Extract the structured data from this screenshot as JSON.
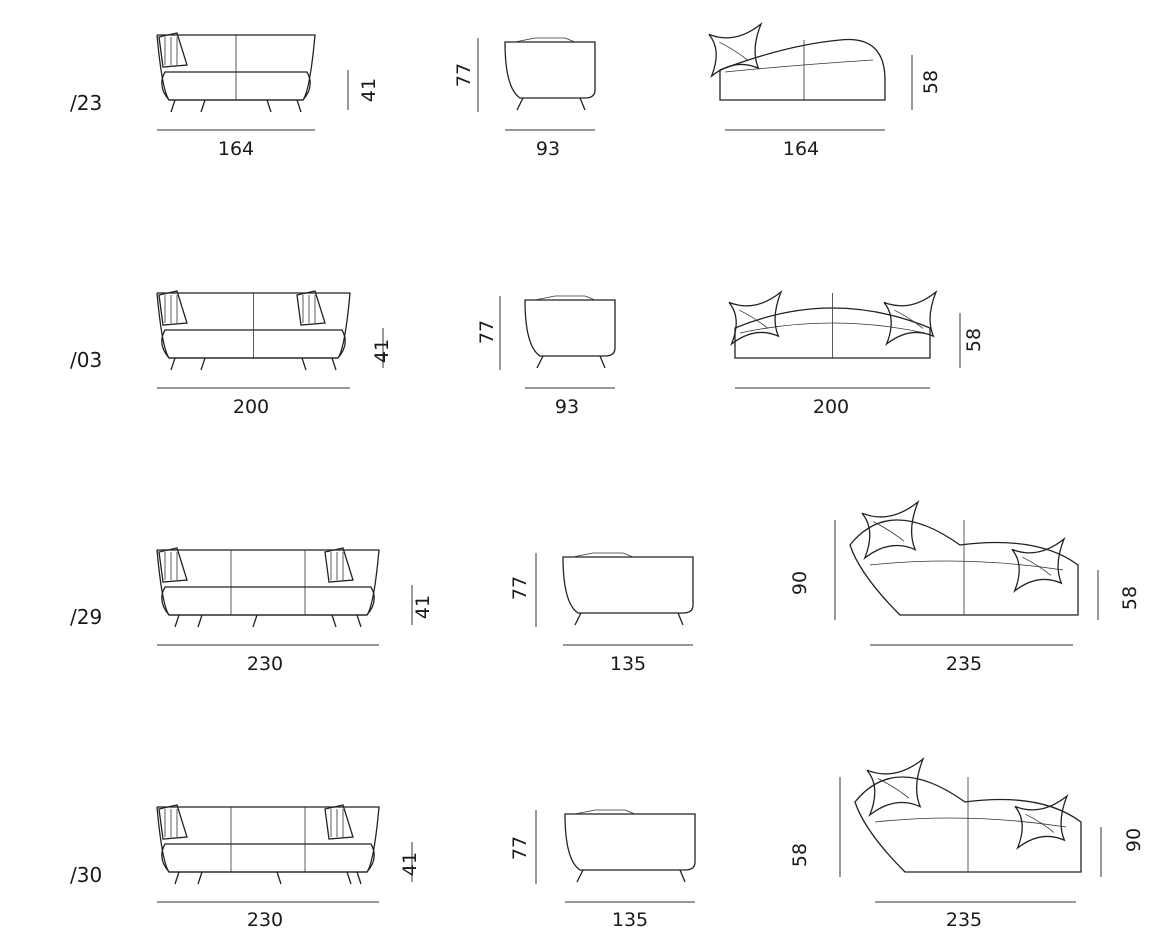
{
  "rows": [
    {
      "code": "/23",
      "front": {
        "width": "164",
        "seat_height": "41"
      },
      "side": {
        "height": "77",
        "depth": "93"
      },
      "top": {
        "width": "164",
        "depth": "58"
      }
    },
    {
      "code": "/03",
      "front": {
        "width": "200",
        "seat_height": "41"
      },
      "side": {
        "height": "77",
        "depth": "93"
      },
      "top": {
        "width": "200",
        "depth": "58"
      }
    },
    {
      "code": "/29",
      "front": {
        "width": "230",
        "seat_height": "41"
      },
      "side": {
        "height": "77",
        "depth": "135"
      },
      "top": {
        "width": "235",
        "depth": "58",
        "chaise_depth": "90"
      }
    },
    {
      "code": "/30",
      "front": {
        "width": "230",
        "seat_height": "41"
      },
      "side": {
        "height": "77",
        "depth": "135"
      },
      "top": {
        "width": "235",
        "depth": "58",
        "chaise_depth": "90"
      }
    }
  ],
  "line_color": "#222222"
}
